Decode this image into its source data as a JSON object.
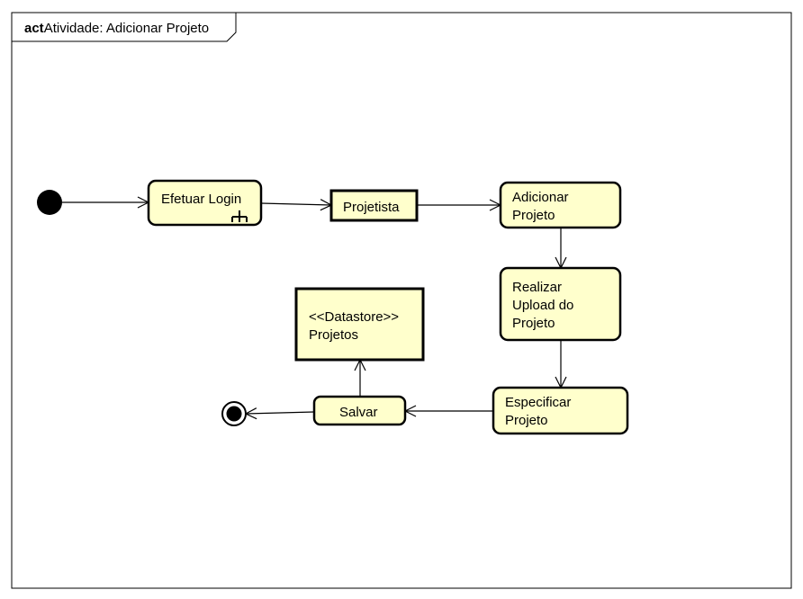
{
  "frame": {
    "keyword": "act",
    "title": "Atividade: Adicionar Projeto"
  },
  "nodes": {
    "efetuar_login": {
      "label": "Efetuar Login"
    },
    "projetista": {
      "label": "Projetista"
    },
    "adicionar_projeto": {
      "line1": "Adicionar",
      "line2": "Projeto"
    },
    "realizar_upload": {
      "line1": "Realizar",
      "line2": "Upload do",
      "line3": "Projeto"
    },
    "especificar_projeto": {
      "line1": "Especificar",
      "line2": "Projeto"
    },
    "salvar": {
      "label": "Salvar"
    },
    "datastore": {
      "stereotype": "<<Datastore>>",
      "name": "Projetos"
    }
  },
  "colors": {
    "node_fill": "#ffffcc",
    "stroke": "#000000"
  }
}
